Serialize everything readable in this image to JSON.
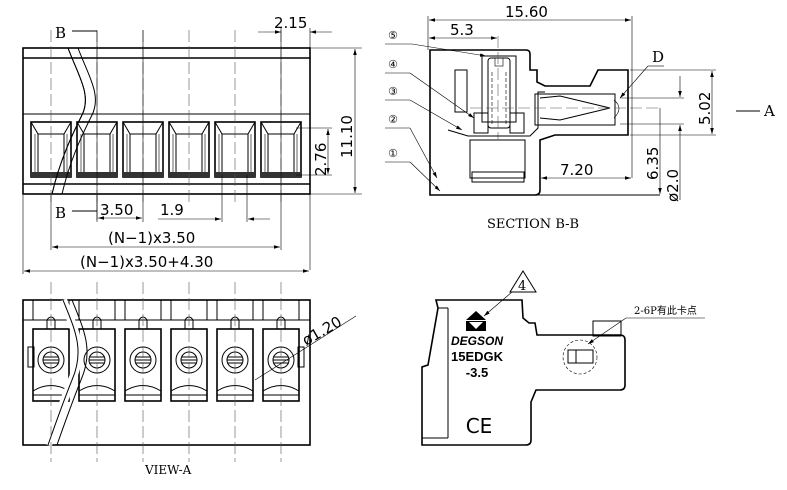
{
  "top_view": {
    "section_label_top": "B",
    "section_label_bottom": "B",
    "dim_pitch_right": "2.15",
    "dim_height": "11.10",
    "dim_opening": "2.76",
    "dim_pitch": "3.50",
    "dim_opening_width": "1.9",
    "dim_centers": "(N−1)x3.50",
    "dim_overall": "(N−1)x3.50+4.30",
    "pole_count": 6
  },
  "section_view": {
    "title": "SECTION B-B",
    "dim_length": "15.60",
    "dim_screw_offset": "5.3",
    "dim_entry_depth": "7.20",
    "dim_entry_height": "5.02",
    "dim_pin_height": "6.35",
    "dim_pin_diameter": "ø2.0",
    "detail_label": "D",
    "view_arrow_label": "A",
    "callouts": [
      "①",
      "②",
      "③",
      "④",
      "⑤"
    ]
  },
  "view_a": {
    "title": "VIEW-A",
    "dim_screw_diameter": "ø1.20"
  },
  "side_view": {
    "note_marker": "4",
    "brand": "DEGSON",
    "model": "15EDGK",
    "pitch": "-3.5",
    "certification": "CE",
    "latch_note": "2-6P有此卡点"
  }
}
